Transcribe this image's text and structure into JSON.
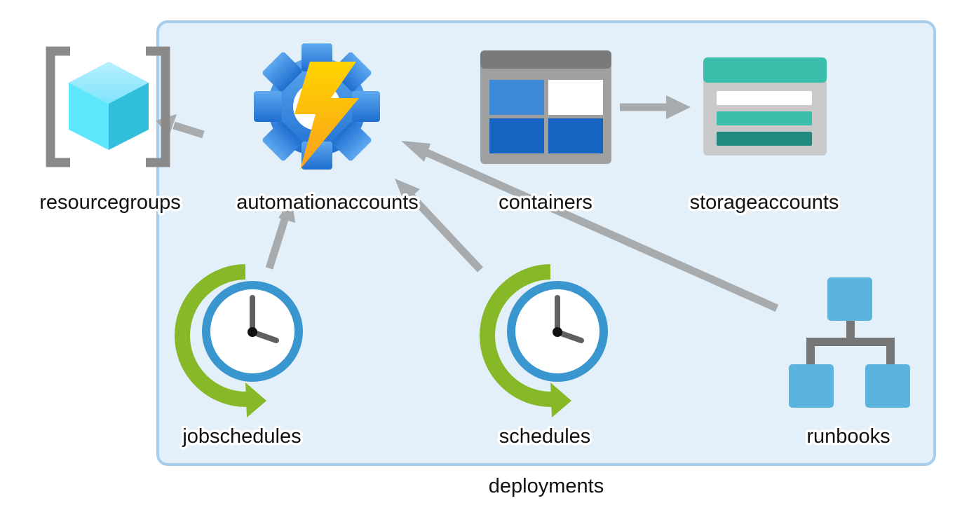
{
  "group": {
    "label": "deployments"
  },
  "nodes": {
    "resourcegroups": {
      "label": "resourcegroups",
      "icon": "resource-group-icon"
    },
    "automationaccounts": {
      "label": "automationaccounts",
      "icon": "automation-account-icon"
    },
    "containers": {
      "label": "containers",
      "icon": "container-icon"
    },
    "storageaccounts": {
      "label": "storageaccounts",
      "icon": "storage-account-icon"
    },
    "jobschedules": {
      "label": "jobschedules",
      "icon": "schedule-clock-icon"
    },
    "schedules": {
      "label": "schedules",
      "icon": "schedule-clock-icon"
    },
    "runbooks": {
      "label": "runbooks",
      "icon": "runbook-hierarchy-icon"
    }
  },
  "edges": [
    {
      "from": "automationaccounts",
      "to": "resourcegroups"
    },
    {
      "from": "containers",
      "to": "storageaccounts"
    },
    {
      "from": "jobschedules",
      "to": "automationaccounts"
    },
    {
      "from": "schedules",
      "to": "automationaccounts"
    },
    {
      "from": "runbooks",
      "to": "automationaccounts"
    }
  ],
  "colors": {
    "group_fill": "#e3eff9",
    "group_border": "#a6cdec",
    "edge": "#a8abad"
  }
}
